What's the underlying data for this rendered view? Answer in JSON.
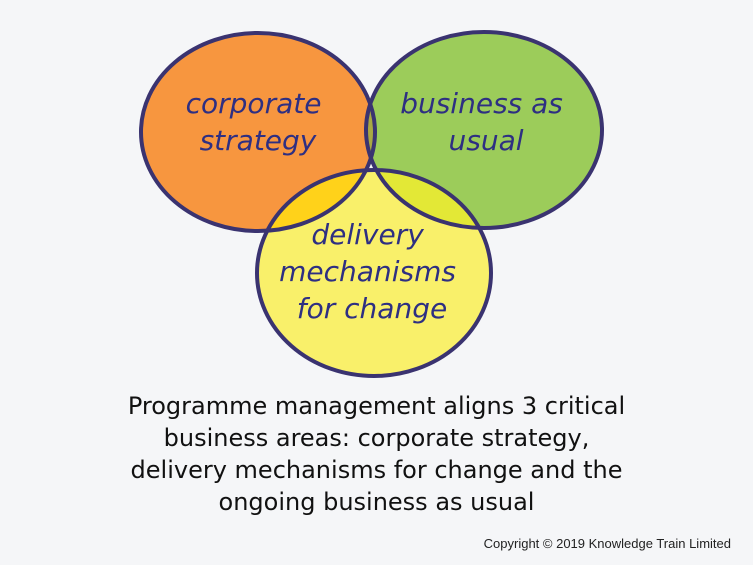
{
  "diagram": {
    "circles": [
      {
        "id": "corporate",
        "label_lines": [
          "corporate",
          "strategy"
        ],
        "fill": "#f7963f"
      },
      {
        "id": "bau",
        "label_lines": [
          "business as",
          "usual"
        ],
        "fill": "#9ccc5a"
      },
      {
        "id": "delivery",
        "label_lines": [
          "delivery",
          "mechanisms",
          "for change"
        ],
        "fill": "#f9f06a"
      }
    ],
    "overlap_colors": {
      "corporate_delivery": "#ffd21a",
      "bau_delivery": "#e3e836",
      "corporate_bau": "#a8a843",
      "center": "#e9d21a"
    },
    "outline_color": "#3a3370",
    "label_color": "#2e2f82"
  },
  "caption_lines": [
    "Programme management aligns 3 critical",
    "business areas: corporate strategy,",
    "delivery mechanisms for change and the",
    "ongoing business as usual"
  ],
  "copyright": "Copyright © 2019 Knowledge Train Limited"
}
